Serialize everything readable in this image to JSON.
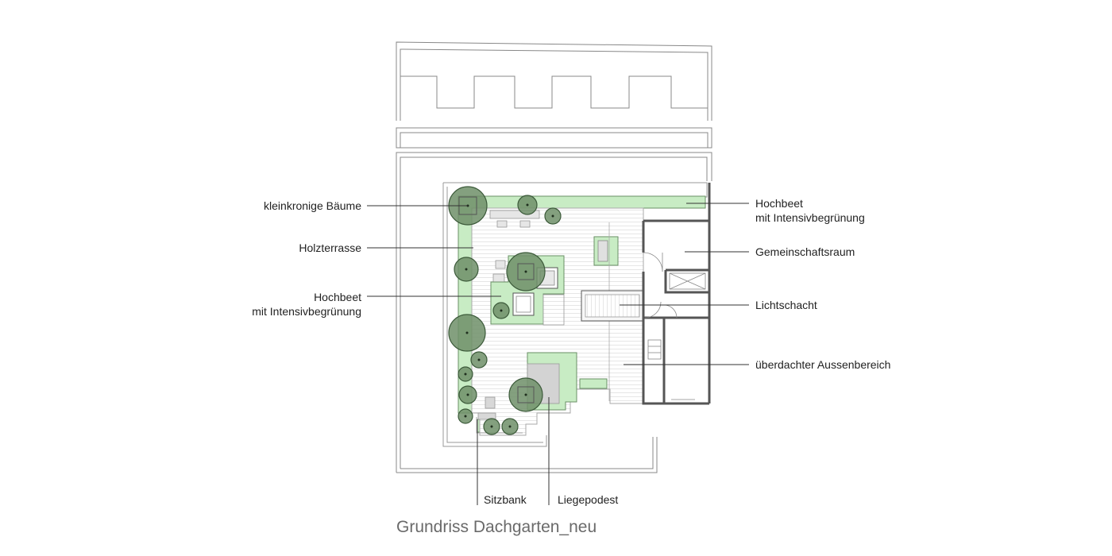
{
  "title": "Grundriss Dachgarten_neu",
  "labels": {
    "left": {
      "trees": "kleinkronige Bäume",
      "terrace": "Holzterrasse",
      "raised_bed_line1": "Hochbeet",
      "raised_bed_line2": "mit Intensivbegrünung"
    },
    "right": {
      "raised_bed_line1": "Hochbeet",
      "raised_bed_line2": "mit Intensivbegrünung",
      "common_room": "Gemeinschaftsraum",
      "light_shaft": "Lichtschacht",
      "covered_area": "überdachter Aussenbereich"
    },
    "bottom": {
      "bench": "Sitzbank",
      "lounger": "Liegepodest"
    }
  },
  "colors": {
    "planting": "#c8ecc4",
    "tree_fill": "#6e8f69",
    "tree_stroke": "#3c5a3a",
    "wall": "#555555",
    "line": "#888888",
    "furniture": "#cfcfcf"
  }
}
